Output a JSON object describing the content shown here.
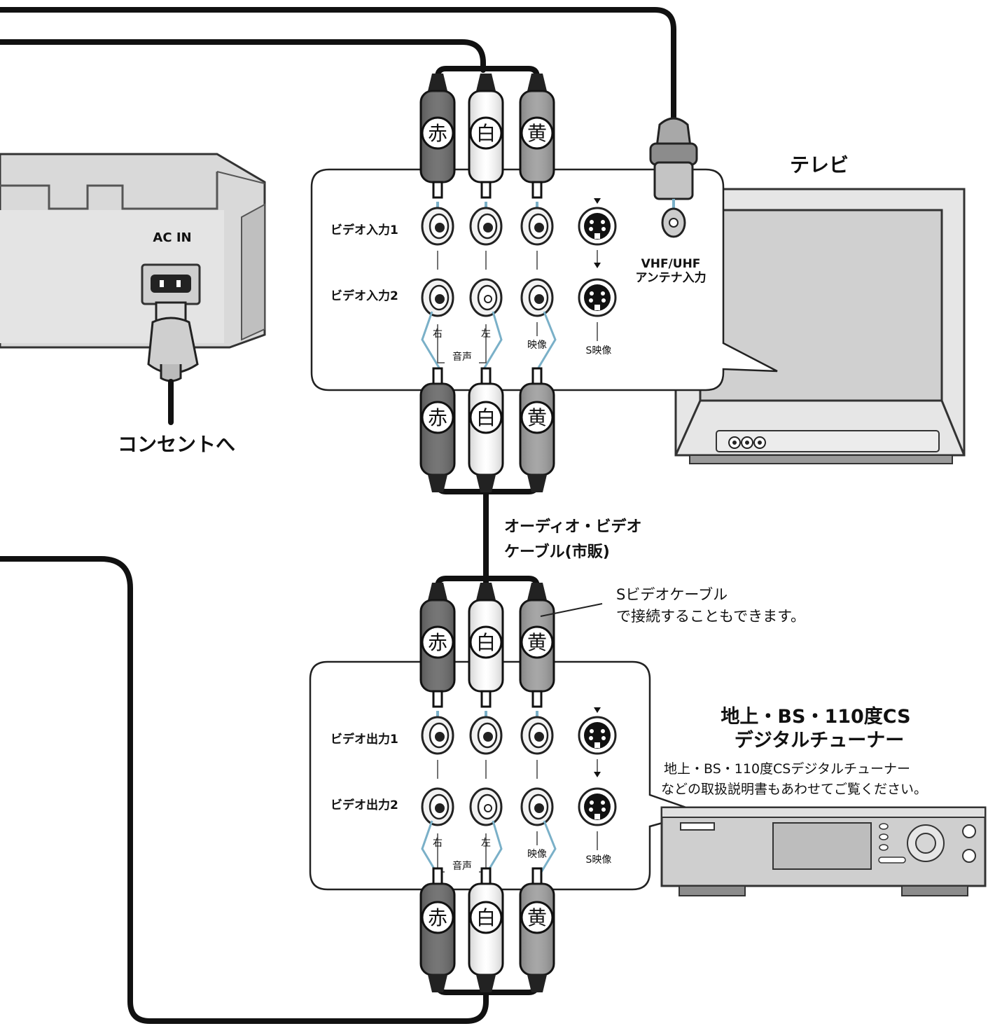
{
  "tv": {
    "title": "テレビ",
    "antenna_label_1": "VHF/UHF",
    "antenna_label_2": "アンテナ入力"
  },
  "recorder": {
    "ac_in": "AC IN",
    "outlet": "コンセントへ"
  },
  "panel_top": {
    "row1": "ビデオ入力1",
    "row2": "ビデオ入力2",
    "right": "右",
    "left": "左",
    "audio": "音声",
    "video": "映像",
    "svideo": "S映像"
  },
  "panel_bottom": {
    "row1": "ビデオ出力1",
    "row2": "ビデオ出力2",
    "right": "右",
    "left": "左",
    "audio": "音声",
    "video": "映像",
    "svideo": "S映像"
  },
  "plugs": {
    "red": "赤",
    "white": "白",
    "yellow": "黄"
  },
  "cable": {
    "line1": "オーディオ・ビデオ",
    "line2": "ケーブル(市販)"
  },
  "svideo_note": {
    "line1": "Sビデオケーブル",
    "line2": "で接続することもできます。"
  },
  "tuner": {
    "title_1": "地上・BS・110度CS",
    "title_2": "デジタルチューナー",
    "note_1": "地上・BS・110度CSデジタルチューナー",
    "note_2": "などの取扱説明書もあわせてご覧ください。"
  },
  "colors": {
    "red_plug": "#6b6b6b",
    "white_plug": "#ffffff",
    "yellow_plug": "#a0a0a0",
    "link_blue": "#7ab0c8"
  }
}
